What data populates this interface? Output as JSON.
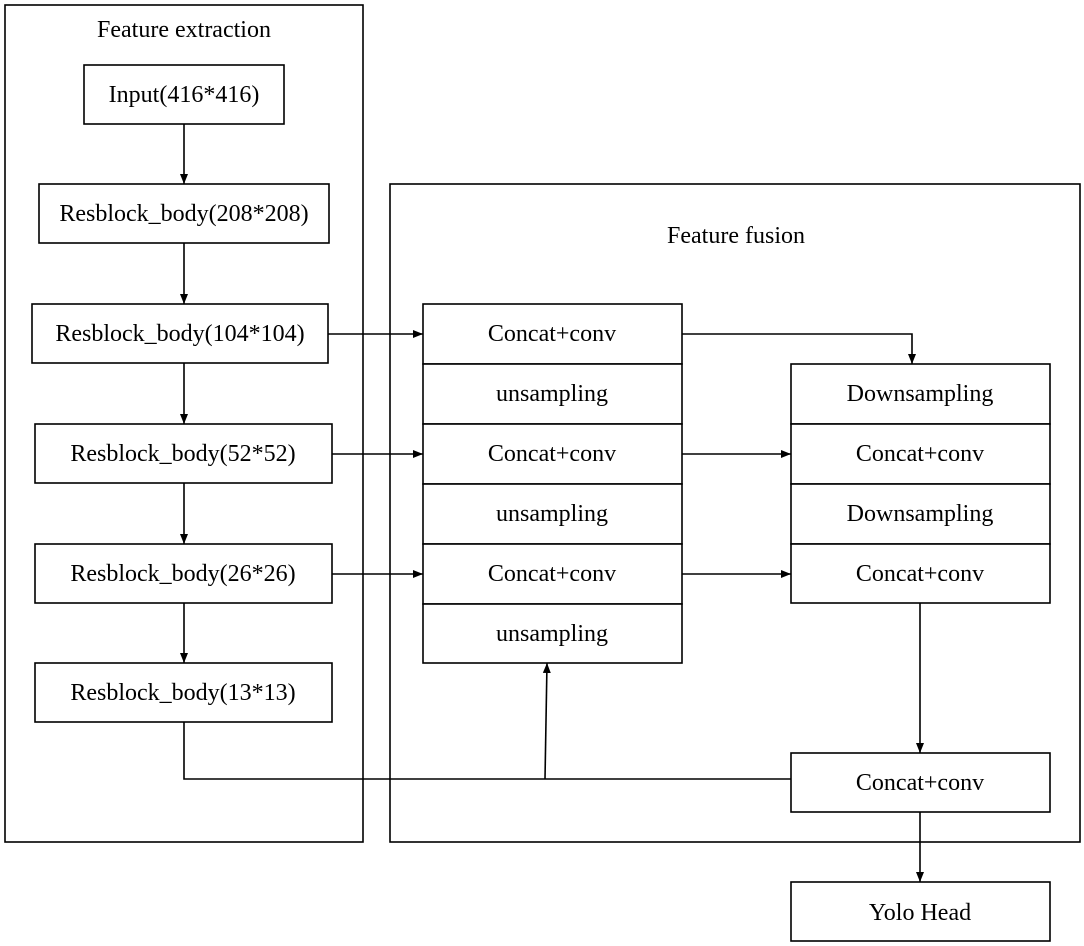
{
  "extraction": {
    "title": "Feature extraction",
    "input": "Input(416*416)",
    "resblocks": [
      "Resblock_body(208*208)",
      "Resblock_body(104*104)",
      "Resblock_body(52*52)",
      "Resblock_body(26*26)",
      "Resblock_body(13*13)"
    ]
  },
  "fusion": {
    "title": "Feature fusion",
    "left_stack": [
      "Concat+conv",
      "unsampling",
      "Concat+conv",
      "unsampling",
      "Concat+conv",
      "unsampling"
    ],
    "right_stack": [
      "Downsampling",
      "Concat+conv",
      "Downsampling",
      "Concat+conv"
    ],
    "bottom_block": "Concat+conv"
  },
  "output": {
    "head": "Yolo Head"
  }
}
